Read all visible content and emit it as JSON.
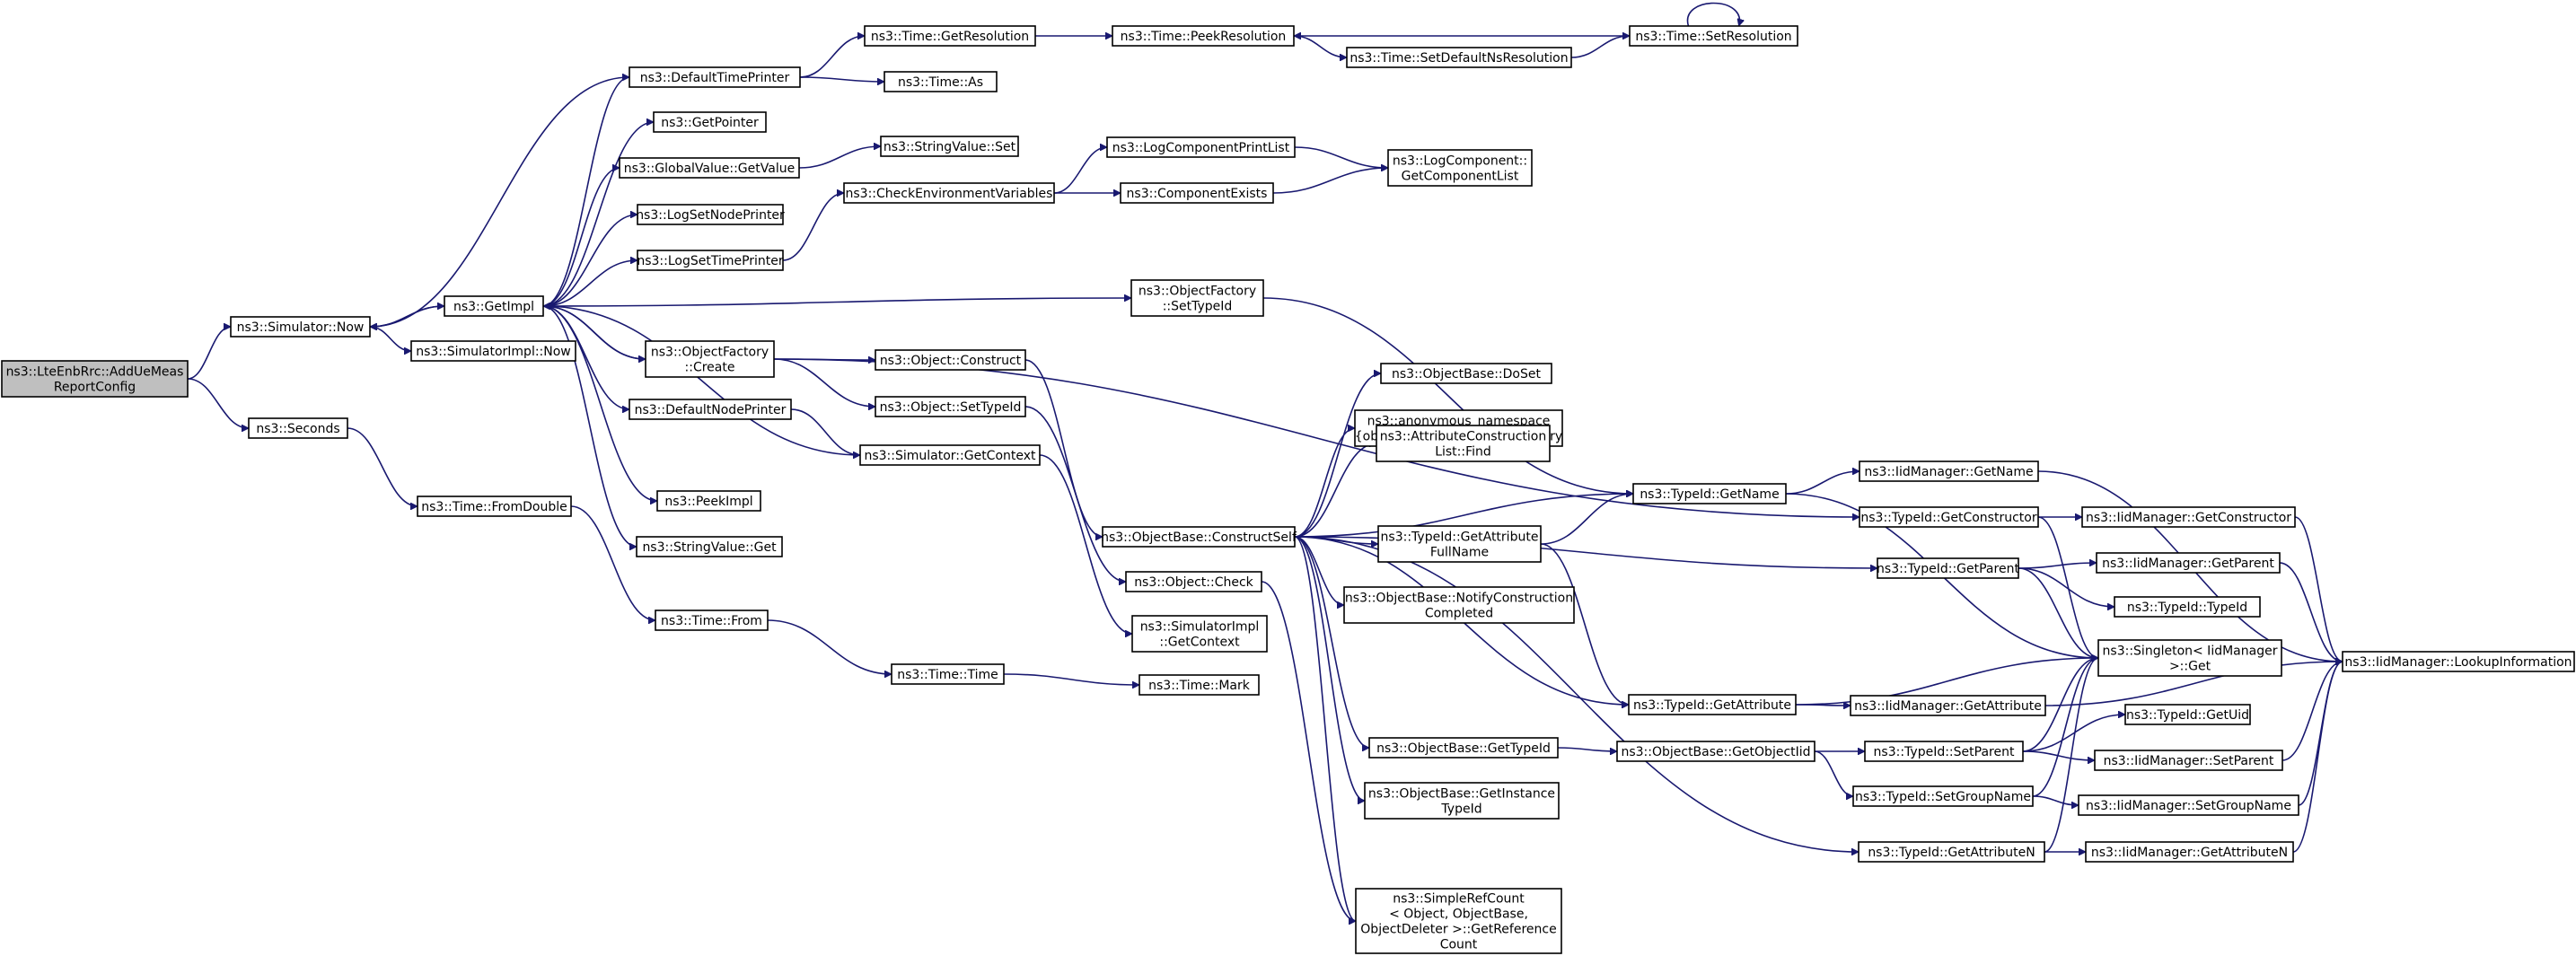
{
  "graph": {
    "kind": "call-graph",
    "colors": {
      "edge": "#191970",
      "node_border": "#000000",
      "node_fill": "#ffffff",
      "root_fill": "#bfbfbf"
    },
    "nodes": [
      {
        "id": "AddUeMeasReportConfig",
        "lines": [
          "ns3::LteEnbRrc::AddUeMeas",
          "ReportConfig"
        ],
        "root": true
      },
      {
        "id": "Simulator_Now",
        "lines": [
          "ns3::Simulator::Now"
        ]
      },
      {
        "id": "Seconds",
        "lines": [
          "ns3::Seconds"
        ]
      },
      {
        "id": "GetImpl",
        "lines": [
          "ns3::GetImpl"
        ]
      },
      {
        "id": "SimulatorImpl_Now",
        "lines": [
          "ns3::SimulatorImpl::Now"
        ]
      },
      {
        "id": "Time_FromDouble",
        "lines": [
          "ns3::Time::FromDouble"
        ]
      },
      {
        "id": "DefaultTimePrinter",
        "lines": [
          "ns3::DefaultTimePrinter"
        ]
      },
      {
        "id": "GetPointer",
        "lines": [
          "ns3::GetPointer"
        ]
      },
      {
        "id": "GlobalValue_GetValue",
        "lines": [
          "ns3::GlobalValue::GetValue"
        ]
      },
      {
        "id": "LogSetNodePrinter",
        "lines": [
          "ns3::LogSetNodePrinter"
        ]
      },
      {
        "id": "LogSetTimePrinter",
        "lines": [
          "ns3::LogSetTimePrinter"
        ]
      },
      {
        "id": "ObjectFactory_Create",
        "lines": [
          "ns3::ObjectFactory",
          "::Create"
        ]
      },
      {
        "id": "DefaultNodePrinter",
        "lines": [
          "ns3::DefaultNodePrinter"
        ]
      },
      {
        "id": "PeekImpl",
        "lines": [
          "ns3::PeekImpl"
        ]
      },
      {
        "id": "StringValue_Get",
        "lines": [
          "ns3::StringValue::Get"
        ]
      },
      {
        "id": "Time_From",
        "lines": [
          "ns3::Time::From"
        ]
      },
      {
        "id": "Time_GetResolution",
        "lines": [
          "ns3::Time::GetResolution"
        ]
      },
      {
        "id": "Time_As",
        "lines": [
          "ns3::Time::As"
        ]
      },
      {
        "id": "StringValue_Set",
        "lines": [
          "ns3::StringValue::Set"
        ]
      },
      {
        "id": "CheckEnvironmentVariables",
        "lines": [
          "ns3::CheckEnvironmentVariables"
        ]
      },
      {
        "id": "Object_Construct",
        "lines": [
          "ns3::Object::Construct"
        ]
      },
      {
        "id": "Object_SetTypeId",
        "lines": [
          "ns3::Object::SetTypeId"
        ]
      },
      {
        "id": "Simulator_GetContext",
        "lines": [
          "ns3::Simulator::GetContext"
        ]
      },
      {
        "id": "Time_Time",
        "lines": [
          "ns3::Time::Time"
        ]
      },
      {
        "id": "Time_PeekResolution",
        "lines": [
          "ns3::Time::PeekResolution"
        ]
      },
      {
        "id": "LogComponentPrintList",
        "lines": [
          "ns3::LogComponentPrintList"
        ]
      },
      {
        "id": "ComponentExists",
        "lines": [
          "ns3::ComponentExists"
        ]
      },
      {
        "id": "ObjectFactory_SetTypeId",
        "lines": [
          "ns3::ObjectFactory",
          "::SetTypeId"
        ]
      },
      {
        "id": "ObjectBase_ConstructSelf",
        "lines": [
          "ns3::ObjectBase::ConstructSelf"
        ]
      },
      {
        "id": "Object_Check",
        "lines": [
          "ns3::Object::Check"
        ]
      },
      {
        "id": "SimulatorImpl_GetContext",
        "lines": [
          "ns3::SimulatorImpl",
          "::GetContext"
        ]
      },
      {
        "id": "Time_Mark",
        "lines": [
          "ns3::Time::Mark"
        ]
      },
      {
        "id": "Time_SetDefaultNsResolution",
        "lines": [
          "ns3::Time::SetDefaultNsResolution"
        ]
      },
      {
        "id": "Time_SetResolution",
        "lines": [
          "ns3::Time::SetResolution"
        ]
      },
      {
        "id": "LogComponent_GetComponentList",
        "lines": [
          "ns3::LogComponent::",
          "GetComponentList"
        ]
      },
      {
        "id": "ObjectBase_DoSet",
        "lines": [
          "ns3::ObjectBase::DoSet"
        ]
      },
      {
        "id": "EnvDictionary",
        "lines": [
          "ns3::anonymous_namespace",
          "{object-base::cc}::EnvDictionary"
        ]
      },
      {
        "id": "AttributeConstructionList_Find",
        "lines": [
          "ns3::AttributeConstruction",
          "List::Find"
        ]
      },
      {
        "id": "TypeId_GetName",
        "lines": [
          "ns3::TypeId::GetName"
        ]
      },
      {
        "id": "TypeId_GetAttributeFullName",
        "lines": [
          "ns3::TypeId::GetAttribute",
          "FullName"
        ]
      },
      {
        "id": "ObjectBase_NotifyConstructionCompleted",
        "lines": [
          "ns3::ObjectBase::NotifyConstruction",
          "Completed"
        ]
      },
      {
        "id": "TypeId_GetAttribute",
        "lines": [
          "ns3::TypeId::GetAttribute"
        ]
      },
      {
        "id": "ObjectBase_GetTypeId",
        "lines": [
          "ns3::ObjectBase::GetTypeId"
        ]
      },
      {
        "id": "ObjectBase_GetInstanceTypeId",
        "lines": [
          "ns3::ObjectBase::GetInstance",
          "TypeId"
        ]
      },
      {
        "id": "SimpleRefCount_GetReferenceCount",
        "lines": [
          "ns3::SimpleRefCount",
          "< Object, ObjectBase,",
          "ObjectDeleter >::GetReference",
          "Count"
        ]
      },
      {
        "id": "ObjectBase_GetObjectIid",
        "lines": [
          "ns3::ObjectBase::GetObjectIid"
        ]
      },
      {
        "id": "IidManager_GetName",
        "lines": [
          "ns3::IidManager::GetName"
        ]
      },
      {
        "id": "TypeId_GetConstructor",
        "lines": [
          "ns3::TypeId::GetConstructor"
        ]
      },
      {
        "id": "TypeId_GetParent",
        "lines": [
          "ns3::TypeId::GetParent"
        ]
      },
      {
        "id": "Singleton_Get",
        "lines": [
          "ns3::Singleton< IidManager",
          ">::Get"
        ]
      },
      {
        "id": "IidManager_GetAttribute",
        "lines": [
          "ns3::IidManager::GetAttribute"
        ]
      },
      {
        "id": "TypeId_SetParent",
        "lines": [
          "ns3::TypeId::SetParent"
        ]
      },
      {
        "id": "TypeId_SetGroupName",
        "lines": [
          "ns3::TypeId::SetGroupName"
        ]
      },
      {
        "id": "TypeId_GetAttributeN",
        "lines": [
          "ns3::TypeId::GetAttributeN"
        ]
      },
      {
        "id": "IidManager_GetConstructor",
        "lines": [
          "ns3::IidManager::GetConstructor"
        ]
      },
      {
        "id": "IidManager_GetParent",
        "lines": [
          "ns3::IidManager::GetParent"
        ]
      },
      {
        "id": "TypeId_TypeId",
        "lines": [
          "ns3::TypeId::TypeId"
        ]
      },
      {
        "id": "TypeId_GetUid",
        "lines": [
          "ns3::TypeId::GetUid"
        ]
      },
      {
        "id": "IidManager_SetParent",
        "lines": [
          "ns3::IidManager::SetParent"
        ]
      },
      {
        "id": "IidManager_SetGroupName",
        "lines": [
          "ns3::IidManager::SetGroupName"
        ]
      },
      {
        "id": "IidManager_GetAttributeN",
        "lines": [
          "ns3::IidManager::GetAttributeN"
        ]
      },
      {
        "id": "IidManager_LookupInformation",
        "lines": [
          "ns3::IidManager::LookupInformation"
        ]
      }
    ],
    "edges": [
      [
        "AddUeMeasReportConfig",
        "Simulator_Now"
      ],
      [
        "AddUeMeasReportConfig",
        "Seconds"
      ],
      [
        "Simulator_Now",
        "GetImpl"
      ],
      [
        "Simulator_Now",
        "SimulatorImpl_Now"
      ],
      [
        "GetImpl",
        "Simulator_Now"
      ],
      [
        "GetImpl",
        "DefaultTimePrinter"
      ],
      [
        "GetImpl",
        "GetPointer"
      ],
      [
        "GetImpl",
        "GlobalValue_GetValue"
      ],
      [
        "GetImpl",
        "LogSetNodePrinter"
      ],
      [
        "GetImpl",
        "LogSetTimePrinter"
      ],
      [
        "GetImpl",
        "ObjectFactory_SetTypeId"
      ],
      [
        "GetImpl",
        "ObjectFactory_Create"
      ],
      [
        "GetImpl",
        "DefaultNodePrinter"
      ],
      [
        "GetImpl",
        "PeekImpl"
      ],
      [
        "GetImpl",
        "StringValue_Get"
      ],
      [
        "ObjectFactory_Create",
        "GetImpl"
      ],
      [
        "ObjectFactory_Create",
        "Object_Construct"
      ],
      [
        "ObjectFactory_Create",
        "Object_SetTypeId"
      ],
      [
        "ObjectFactory_Create",
        "TypeId_GetConstructor"
      ],
      [
        "Simulator_GetContext",
        "GetImpl"
      ],
      [
        "Simulator_GetContext",
        "SimulatorImpl_GetContext"
      ],
      [
        "DefaultNodePrinter",
        "Simulator_GetContext"
      ],
      [
        "DefaultTimePrinter",
        "Time_GetResolution"
      ],
      [
        "DefaultTimePrinter",
        "Time_As"
      ],
      [
        "DefaultTimePrinter",
        "Simulator_Now"
      ],
      [
        "GlobalValue_GetValue",
        "StringValue_Set"
      ],
      [
        "LogSetTimePrinter",
        "CheckEnvironmentVariables"
      ],
      [
        "CheckEnvironmentVariables",
        "LogComponentPrintList"
      ],
      [
        "CheckEnvironmentVariables",
        "ComponentExists"
      ],
      [
        "LogComponentPrintList",
        "LogComponent_GetComponentList"
      ],
      [
        "ComponentExists",
        "LogComponent_GetComponentList"
      ],
      [
        "Time_GetResolution",
        "Time_PeekResolution"
      ],
      [
        "Time_PeekResolution",
        "Time_SetDefaultNsResolution"
      ],
      [
        "Time_SetDefaultNsResolution",
        "Time_SetResolution"
      ],
      [
        "Time_SetResolution",
        "Time_PeekResolution"
      ],
      [
        "Time_SetResolution",
        "Time_SetResolution"
      ],
      [
        "Seconds",
        "Time_FromDouble"
      ],
      [
        "Time_FromDouble",
        "Time_From"
      ],
      [
        "Time_From",
        "Time_Time"
      ],
      [
        "Time_Time",
        "Time_Mark"
      ],
      [
        "ObjectFactory_SetTypeId",
        "TypeId_GetName"
      ],
      [
        "Object_Construct",
        "ObjectBase_ConstructSelf"
      ],
      [
        "Object_SetTypeId",
        "Object_Check"
      ],
      [
        "ObjectBase_ConstructSelf",
        "ObjectBase_DoSet"
      ],
      [
        "ObjectBase_ConstructSelf",
        "EnvDictionary"
      ],
      [
        "ObjectBase_ConstructSelf",
        "AttributeConstructionList_Find"
      ],
      [
        "ObjectBase_ConstructSelf",
        "TypeId_GetName"
      ],
      [
        "ObjectBase_ConstructSelf",
        "TypeId_GetAttributeFullName"
      ],
      [
        "ObjectBase_ConstructSelf",
        "ObjectBase_NotifyConstructionCompleted"
      ],
      [
        "ObjectBase_ConstructSelf",
        "TypeId_GetParent"
      ],
      [
        "ObjectBase_ConstructSelf",
        "TypeId_GetAttribute"
      ],
      [
        "ObjectBase_ConstructSelf",
        "ObjectBase_GetTypeId"
      ],
      [
        "ObjectBase_ConstructSelf",
        "ObjectBase_GetInstanceTypeId"
      ],
      [
        "ObjectBase_ConstructSelf",
        "TypeId_GetAttributeN"
      ],
      [
        "ObjectBase_ConstructSelf",
        "SimpleRefCount_GetReferenceCount"
      ],
      [
        "Object_Check",
        "SimpleRefCount_GetReferenceCount"
      ],
      [
        "TypeId_GetAttributeFullName",
        "TypeId_GetName"
      ],
      [
        "TypeId_GetAttributeFullName",
        "TypeId_GetAttribute"
      ],
      [
        "TypeId_GetName",
        "IidManager_GetName"
      ],
      [
        "TypeId_GetName",
        "Singleton_Get"
      ],
      [
        "TypeId_GetConstructor",
        "IidManager_GetConstructor"
      ],
      [
        "TypeId_GetConstructor",
        "Singleton_Get"
      ],
      [
        "TypeId_GetParent",
        "IidManager_GetParent"
      ],
      [
        "TypeId_GetParent",
        "TypeId_TypeId"
      ],
      [
        "TypeId_GetParent",
        "Singleton_Get"
      ],
      [
        "TypeId_GetAttribute",
        "Singleton_Get"
      ],
      [
        "TypeId_GetAttribute",
        "IidManager_GetAttribute"
      ],
      [
        "ObjectBase_GetTypeId",
        "ObjectBase_GetObjectIid"
      ],
      [
        "ObjectBase_GetObjectIid",
        "TypeId_SetParent"
      ],
      [
        "ObjectBase_GetObjectIid",
        "TypeId_SetGroupName"
      ],
      [
        "TypeId_SetParent",
        "Singleton_Get"
      ],
      [
        "TypeId_SetParent",
        "TypeId_GetUid"
      ],
      [
        "TypeId_SetParent",
        "IidManager_SetParent"
      ],
      [
        "TypeId_SetGroupName",
        "Singleton_Get"
      ],
      [
        "TypeId_SetGroupName",
        "IidManager_SetGroupName"
      ],
      [
        "TypeId_GetAttributeN",
        "Singleton_Get"
      ],
      [
        "TypeId_GetAttributeN",
        "IidManager_GetAttributeN"
      ],
      [
        "IidManager_GetName",
        "IidManager_LookupInformation"
      ],
      [
        "IidManager_GetConstructor",
        "IidManager_LookupInformation"
      ],
      [
        "IidManager_GetParent",
        "IidManager_LookupInformation"
      ],
      [
        "IidManager_SetParent",
        "IidManager_LookupInformation"
      ],
      [
        "IidManager_SetGroupName",
        "IidManager_LookupInformation"
      ],
      [
        "IidManager_GetAttributeN",
        "IidManager_LookupInformation"
      ],
      [
        "IidManager_GetAttribute",
        "IidManager_LookupInformation"
      ]
    ]
  }
}
